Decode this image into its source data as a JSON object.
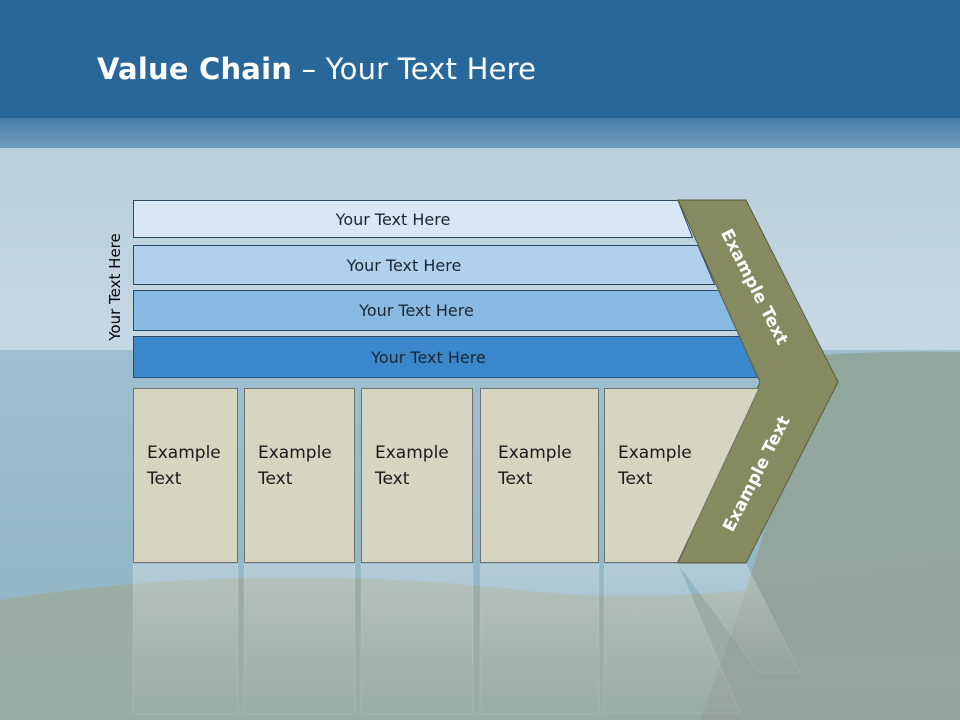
{
  "slide": {
    "title_bold": "Value Chain",
    "title_rest": " – Your Text Here",
    "side_label": "Your Text Here",
    "stack_rows": [
      {
        "label": "Your Text Here",
        "color": "#d8e7f5"
      },
      {
        "label": "Your Text Here",
        "color": "#b0d0ec"
      },
      {
        "label": "Your Text Here",
        "color": "#88b9e2"
      },
      {
        "label": "Your Text Here",
        "color": "#3a87cc"
      }
    ],
    "boxes": [
      {
        "line1": "Example",
        "line2": "Text"
      },
      {
        "line1": "Example",
        "line2": "Text"
      },
      {
        "line1": "Example",
        "line2": "Text"
      },
      {
        "line1": "Example",
        "line2": "Text"
      },
      {
        "line1": "Example",
        "line2": "Text"
      }
    ],
    "chevron_top_text": "Example Text",
    "chevron_bottom_text": "Example Text",
    "colors": {
      "header": "#27679a",
      "box_fill": "#d6d5c0",
      "chevron_fill": "#868a60",
      "outline": "#2a4a66"
    }
  }
}
